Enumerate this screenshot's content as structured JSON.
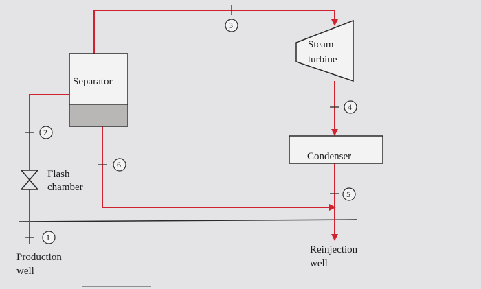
{
  "components": {
    "separator": "Separator",
    "steam_turbine": [
      "Steam",
      "turbine"
    ],
    "condenser": "Condenser",
    "flash_chamber": [
      "Flash",
      "chamber"
    ],
    "production_well": [
      "Production",
      "well"
    ],
    "reinjection_well": [
      "Reinjection",
      "well"
    ]
  },
  "state_points": [
    "1",
    "2",
    "3",
    "4",
    "5",
    "6"
  ],
  "colors": {
    "pipe": "#d1232f",
    "line": "#2a2a2a",
    "separator_liquid": "#b9b6b6",
    "background": "#e4e4e6"
  }
}
